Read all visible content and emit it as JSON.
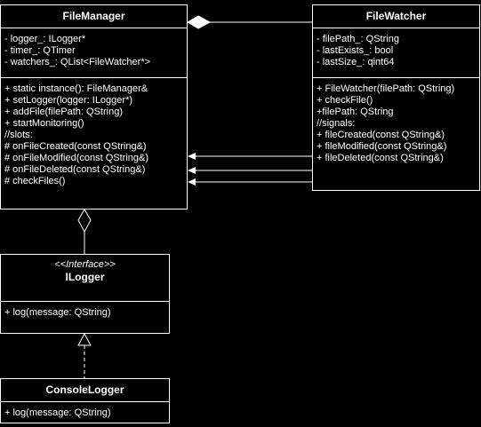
{
  "file_manager": {
    "name": "FileManager",
    "attributes": [
      "- logger_: ILogger*",
      "- timer_: QTimer",
      "- watchers_: QList<FileWatcher*>"
    ],
    "operations": [
      "+ static instance(): FileManager&",
      "+ setLogger(logger: ILogger*)",
      "+ addFile(filePath: QString)",
      "+ startMonitoring()",
      "//slots:",
      "# onFileCreated(const QString&)",
      "# onFileModified(const QString&)",
      "# onFileDeleted(const QString&)",
      "# checkFiles()"
    ]
  },
  "file_watcher": {
    "name": "FileWatcher",
    "attributes": [
      "- filePath_: QString",
      "- lastExists_: bool",
      "- lastSize_: qint64"
    ],
    "operations": [
      "+ FileWatcher(filePath: QString)",
      "+ checkFile()",
      "+filePath: QString",
      "//signals:",
      "+ fileCreated(const QString&)",
      "+ fileModified(const QString&)",
      "+ fileDeleted(const QString&)"
    ]
  },
  "ilogger": {
    "stereotype": "<<Interface>>",
    "name": "ILogger",
    "operations": [
      "+ log(message: QString)"
    ]
  },
  "console_logger": {
    "name": "ConsoleLogger",
    "operations": [
      "+ log(message: QString)"
    ]
  }
}
